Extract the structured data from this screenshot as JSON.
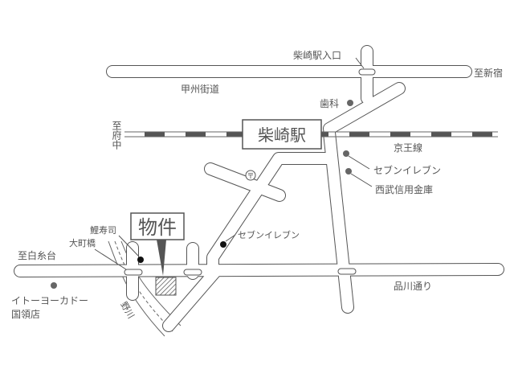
{
  "map": {
    "roads": {
      "koshu_kaido": "甲州街道",
      "shinagawa_dori": "品川通り",
      "keio_line": "京王線",
      "river": "野川"
    },
    "directions": {
      "shinjuku": "至新宿",
      "fuchu": "至府中",
      "shiraitodai": "至白糸台"
    },
    "landmarks": {
      "station": "柴崎駅",
      "station_entrance": "柴崎駅入口",
      "dentist": "歯科",
      "seven_eleven_1": "セブンイレブン",
      "seibu_shinkin": "西武信用金庫",
      "seven_eleven_2": "セブンイレブン",
      "koi_sushi": "鯉寿司",
      "omachi_bridge": "大町橋",
      "ito_yokado_1": "イトーヨーカドー",
      "ito_yokado_2": "国領店",
      "post_office_symbol": "〒"
    },
    "property_label": "物件"
  }
}
